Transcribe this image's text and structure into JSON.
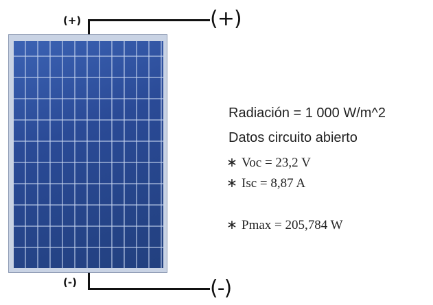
{
  "terminals": {
    "positive_small": "(+)",
    "positive_big": "(+)",
    "negative_small": "(-)",
    "negative_big": "(-)"
  },
  "info": {
    "radiation": "Radiación = 1 000 W/m^2",
    "header": "Datos circuito abierto",
    "bullet": "∗",
    "voc": "Voc = 23,2 V",
    "isc": "Isc = 8,87 A",
    "pmax": "Pmax = 205,784 W"
  },
  "colors": {
    "panel_frame": "#c9d3e4",
    "cell_blue": "#2f4f9a",
    "wire": "#111111"
  }
}
